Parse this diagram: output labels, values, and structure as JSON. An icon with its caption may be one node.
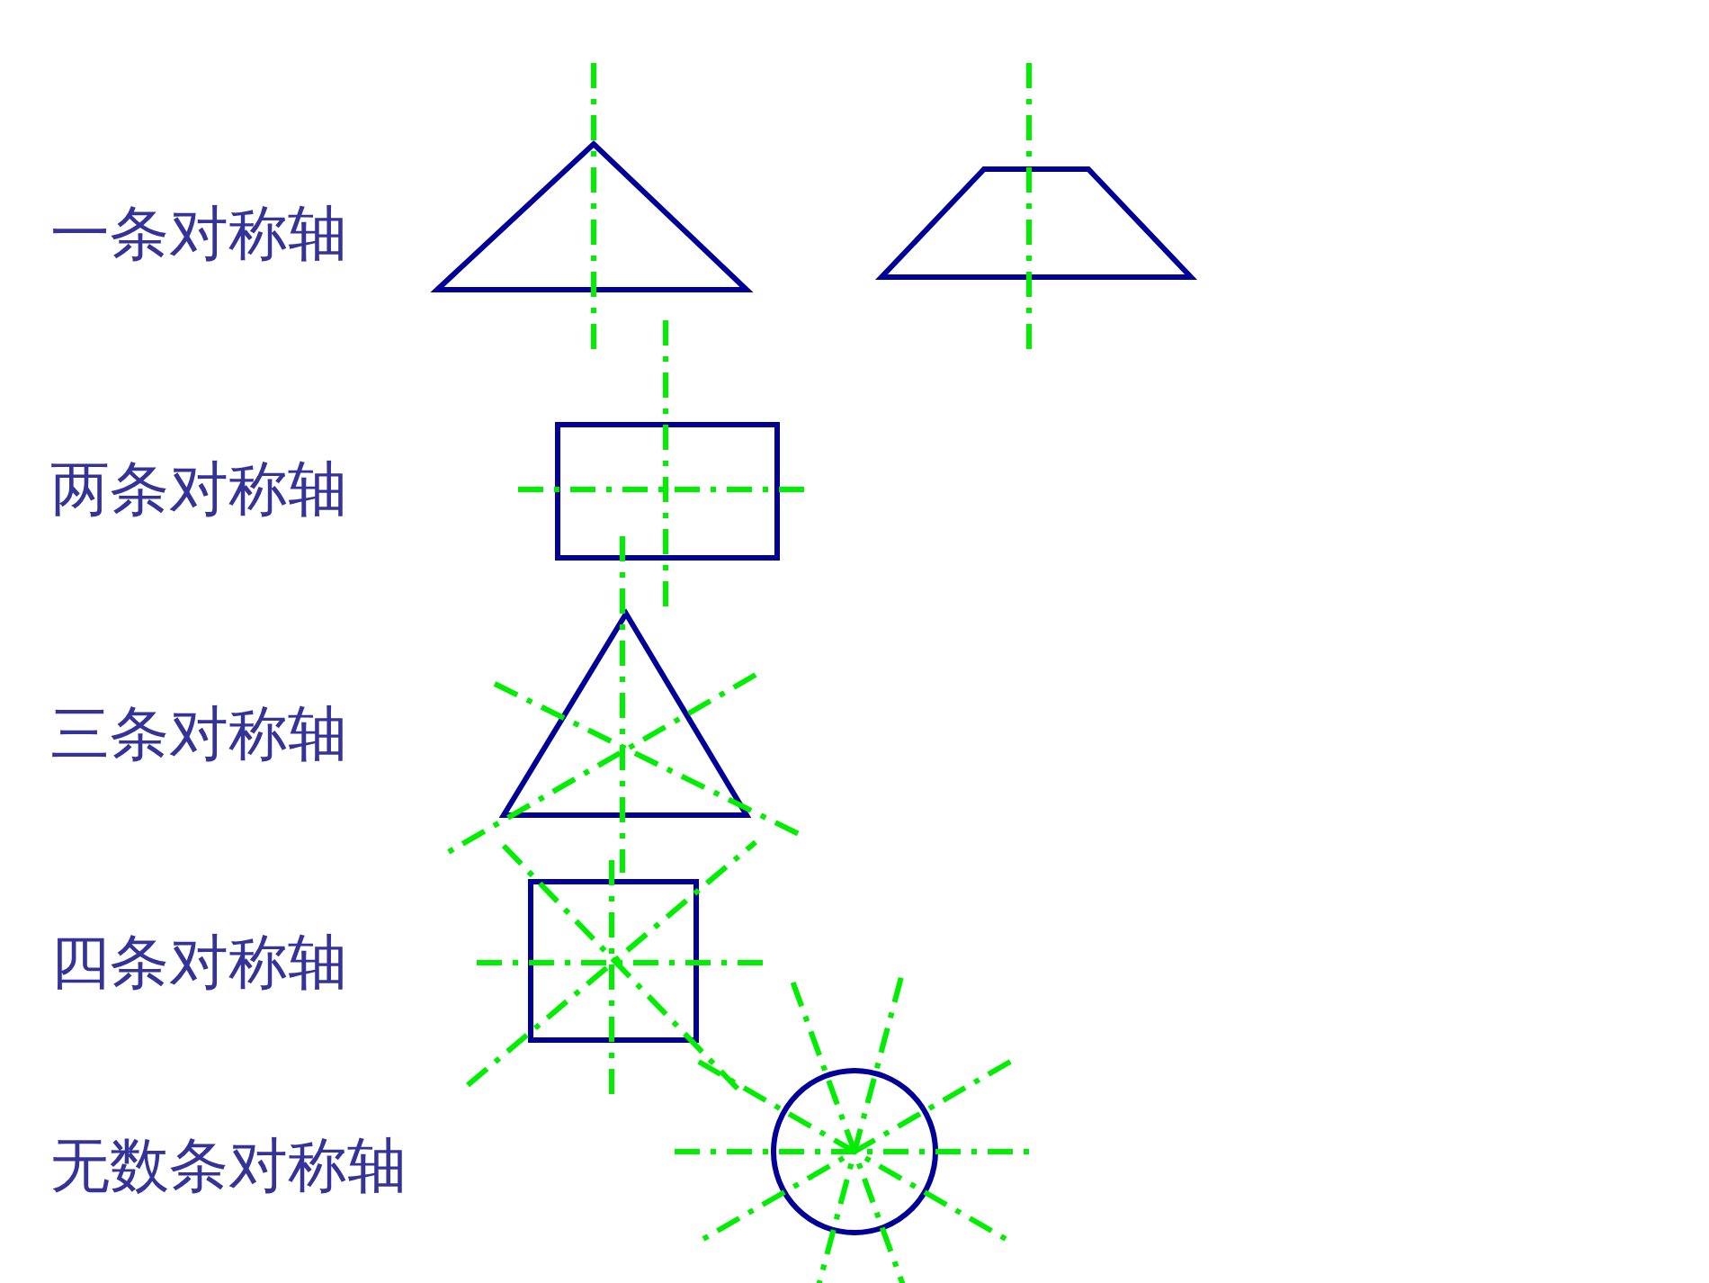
{
  "diagram": {
    "labels": [
      "一条对称轴",
      "两条对称轴",
      "三条对称轴",
      "四条对称轴",
      "无数条对称轴"
    ]
  }
}
